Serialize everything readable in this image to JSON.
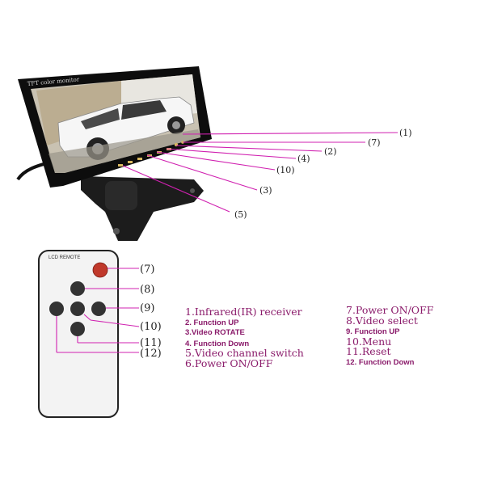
{
  "monitor": {
    "brand_text": "TFT color monitor",
    "callouts": [
      "(1)",
      "(7)",
      "(2)",
      "(4)",
      "(10)",
      "(3)",
      "(5)"
    ]
  },
  "remote": {
    "brand_text": "LCD REMOTE",
    "callouts": [
      "(7)",
      "(8)",
      "(9)",
      "(10)",
      "(11)",
      "(12)"
    ]
  },
  "legend": {
    "left": [
      "1.Infrared(IR) receiver",
      "2. Function UP",
      "3.Video ROTATE",
      "4. Function Down",
      "5.Video channel switch",
      "6.Power ON/OFF"
    ],
    "right": [
      "7.Power ON/OFF",
      "8.Video select",
      "9. Function UP",
      "10.Menu",
      "11.Reset",
      "12. Function Down"
    ]
  },
  "colors": {
    "leader_line": "#d020b0",
    "legend_text": "#8a1a6a",
    "power_button": "#c0392b"
  }
}
